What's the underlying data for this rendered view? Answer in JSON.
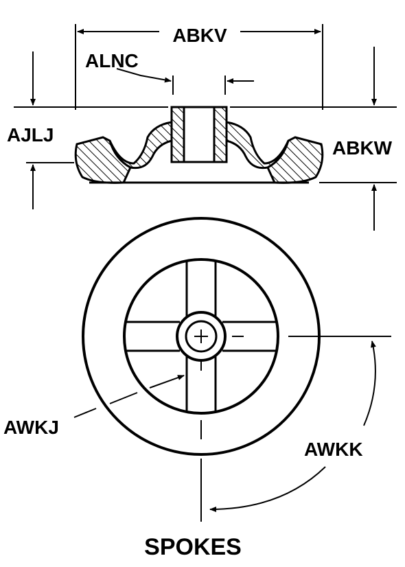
{
  "labels": {
    "abkv": "ABKV",
    "alnc": "ALNC",
    "ajlj": "AJLJ",
    "abkw": "ABKW",
    "awkj": "AWKJ",
    "awkk": "AWKK",
    "spokes": "SPOKES"
  },
  "colors": {
    "ink": "#000000",
    "paper": "#ffffff"
  }
}
